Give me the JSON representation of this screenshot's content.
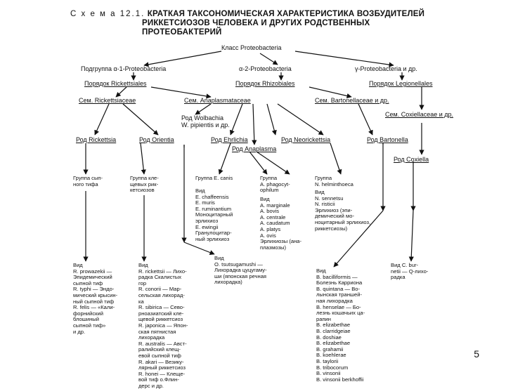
{
  "title": {
    "lead": "С х е м а 12.1.",
    "line1": "КРАТКАЯ ТАКСОНОМИЧЕСКАЯ ХАРАКТЕРИСТИКА ВОЗБУДИТЕЛЕЙ",
    "line2": "РИККЕТСИОЗОВ ЧЕЛОВЕКА И ДРУГИХ РОДСТВЕННЫХ",
    "line3": "ПРОТЕОБАКТЕРИЙ"
  },
  "class": "Класс Proteobacteria",
  "subgroups": [
    "Подгруппа α-1-Proteobacteria",
    "α-2-Proteobacteria",
    "γ-Proteobacteria и др."
  ],
  "orders": [
    "Порядок Rickettsiales",
    "Порядок Rhizobiales",
    "Порядок Legionellales"
  ],
  "families": [
    "Сем. Rickettsiaceae",
    "Сем. Anaplasmataceae",
    "Сем. Bartonellaceae и др.",
    "Сем. Coxiellaceae и др."
  ],
  "wolbachia": [
    "Род Wolbachia",
    "W. pipientis и др."
  ],
  "genera": [
    "Род Rickettsia",
    "Род Orientia",
    "Род Ehrlichia",
    "Род Neorickettsia",
    "Род Bartonella",
    "Род Anaplasma",
    "Род Coxiella"
  ],
  "groups": {
    "typhus": "Группа сып-\nного тифа",
    "spotted": "Группа кле-\nщевых рик-\nкетсиозов",
    "canis": "Группа E. canis",
    "phago": "Группа\nA. phagocyt-\nophilum",
    "helm": "Группа\nN. helminthoeca"
  },
  "details": {
    "ehrlichia": "Вид\nE. chaffeensis\nE. muris\nE. ruminantium\nМоноцитарный\nэрлихиоз\nE. ewingii\nГранулоцитар-\nный эрлихиоз",
    "anaplasma": "Вид\nA. marginale\nA. bovis\nA. centrale\nA. caudatum\nA. platys\nA. ovis\nЭрлихиозы (ана-\nплазмозы)",
    "neorick": "Вид\nN. sennetsu\nN. risticii\nЭрлихиоз (эпи-\nдемический мо-\nноцитарный эрлихиоз,\nриккетсиозы)",
    "typhus": "Вид\nR. prowazekii —\nЭпидемический\nсыпной тиф\nR. typhi — Эндо-\nмический крысин-\nный сыпной тиф\nR. felis — «Кали-\nфорнийский\nблошиный\nсыпной тиф»\nи др.",
    "spotted": "Вид\nR. rickettsii — Лихо-\nрадка Скалистых\nгор\nR. conorii — Мар-\nсельская лихорад-\nка\nR. sibirica — Сево-\nрноазиатский кле-\nщевой риккетсиоз\nR. japonica — Япон-\nская пятнистая\nлихорадка\nR. australis — Авст-\nралийский клещ-\nевой сыпной тиф\nR. akari — Везику-\nлярный риккетсиоз\nR. honei — Клеще-\nвой тиф о.Флин-\nдерс и др.",
    "orientia": "Вид\nO. tsutsugamushi —\nЛихорадка цуцугаму-\nши (японская речная\nлихорадка)",
    "bartonella": "Вид\nB. bacilliformis —\nБолезнь Карриона\nB. quintana — Во-\nлынская траншей-\nная лихорадка\nB. henselae — Бо-\nлезнь кошачьих ца-\nрапин\nB. elizabethae\nB. clarridgeiae\nB. doshiae\nB. elizabethae\nB. grahamii\nB. koehlerae\nB. taylorii\nB. tribocorum\nB. vinsonii\nB. vinsonii berkhoffii",
    "coxiella": "Вид C. bur-\nnetii — Q-лихо-\nрадка"
  },
  "page_number": "5"
}
